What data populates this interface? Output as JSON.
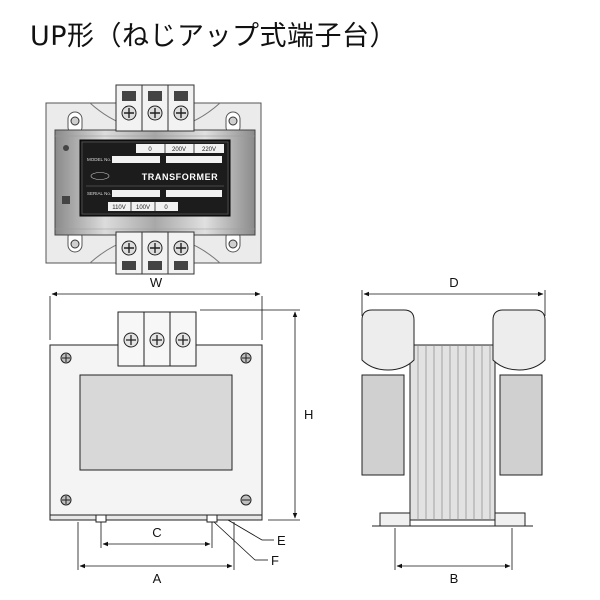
{
  "title": "UP形（ねじアップ式端子台）",
  "nameplate": {
    "title": "TRANSFORMER",
    "terminals_top": [
      "0",
      "200V",
      "220V"
    ],
    "terminals_bottom": [
      "110V",
      "100V",
      "0"
    ],
    "model_label": "MODEL No.",
    "serial_label": "SERIAL No."
  },
  "dimensions": {
    "W": "W",
    "H": "H",
    "D": "D",
    "A": "A",
    "B": "B",
    "C": "C",
    "E": "E",
    "F": "F"
  }
}
